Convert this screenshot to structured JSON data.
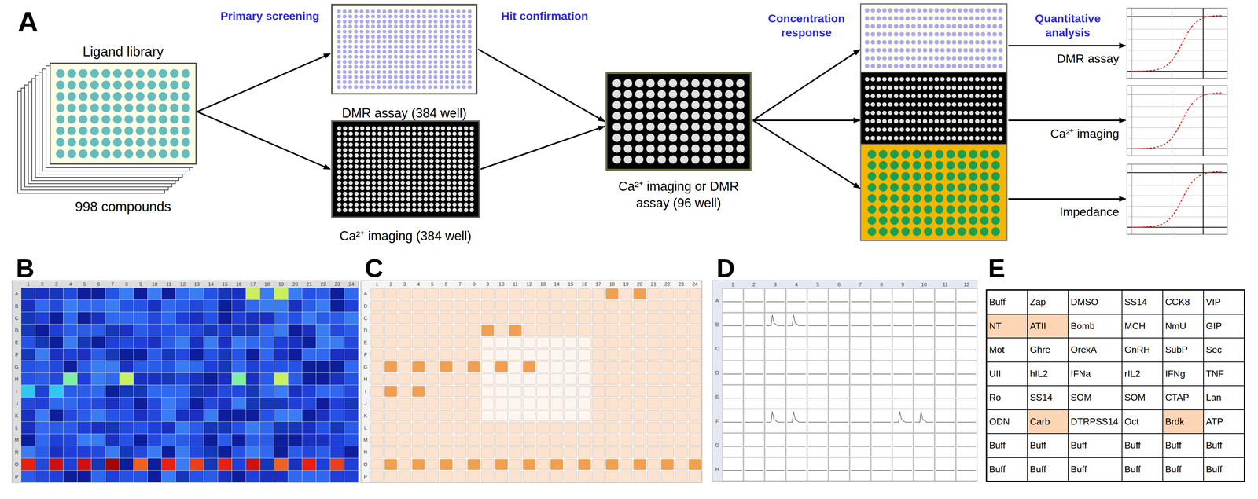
{
  "diagram": {
    "nodes": [
      {
        "text": [
          "Ligand library",
          "998 compounds"
        ]
      },
      {
        "text": [
          "DMR assay (384 well)"
        ]
      },
      {
        "text": [
          "Ca²⁺ imaging (384 well)"
        ]
      },
      {
        "text": [
          "Ca²⁺ imaging or DMR assay (96 well)"
        ]
      }
    ],
    "edges": [
      {
        "from": 0,
        "to": 1,
        "arrow": "to"
      },
      {
        "from": 0,
        "to": 2,
        "arrow": "to"
      },
      {
        "from": 1,
        "to": 3,
        "arrow": "to"
      },
      {
        "from": 2,
        "to": 3,
        "arrow": "to"
      }
    ],
    "labels": [
      "A",
      "Primary screening",
      "Hit confirmation",
      "Concentration response",
      "Quantitative analysis",
      "DMR assay",
      "Ca²⁺ imaging",
      "Impedance",
      "B",
      "1",
      "2",
      "3",
      "4",
      "5",
      "6",
      "7",
      "8",
      "9",
      "10",
      "11",
      "12",
      "13",
      "14",
      "15",
      "16",
      "17",
      "18",
      "19",
      "20",
      "21",
      "22",
      "23",
      "24",
      "A",
      "B",
      "C",
      "D",
      "E",
      "F",
      "G",
      "H",
      "I",
      "J",
      "K",
      "L",
      "M",
      "N",
      "O",
      "P",
      "C",
      "1",
      "2",
      "3",
      "4",
      "5",
      "6",
      "7",
      "8",
      "9",
      "10",
      "11",
      "12",
      "13",
      "14",
      "15",
      "16",
      "17",
      "18",
      "19",
      "20",
      "21",
      "22",
      "23",
      "24",
      "A",
      "B",
      "C",
      "D",
      "E",
      "F",
      "G",
      "H",
      "I",
      "J",
      "K",
      "L",
      "M",
      "N",
      "O",
      "P",
      "D",
      "1",
      "2",
      "3",
      "4",
      "5",
      "6",
      "7",
      "8",
      "9",
      "10",
      "11",
      "12",
      "A",
      "B",
      "C",
      "D",
      "E",
      "F",
      "G",
      "H",
      "E",
      "Buff",
      "Zap",
      "DMSO",
      "SS14",
      "CCK8",
      "VIP",
      "NT",
      "ATII",
      "Bomb",
      "MCH",
      "NmU",
      "GIP",
      "Mot",
      "Ghre",
      "OrexA",
      "GnRH",
      "SubP",
      "Sec",
      "UII",
      "hIL2",
      "IFNa",
      "rIL2",
      "IFNg",
      "TNF",
      "Ro",
      "SS14",
      "SOM",
      "SOM",
      "CTAP",
      "Lan",
      "ODN",
      "Carb",
      "DTRPSS14",
      "Oct",
      "Brdk",
      "ATP",
      "Buff",
      "Buff",
      "Buff",
      "Buff",
      "Buff",
      "Buff",
      "Buff",
      "Buff",
      "Buff",
      "Buff",
      "Buff",
      "Buff"
    ]
  }
}
